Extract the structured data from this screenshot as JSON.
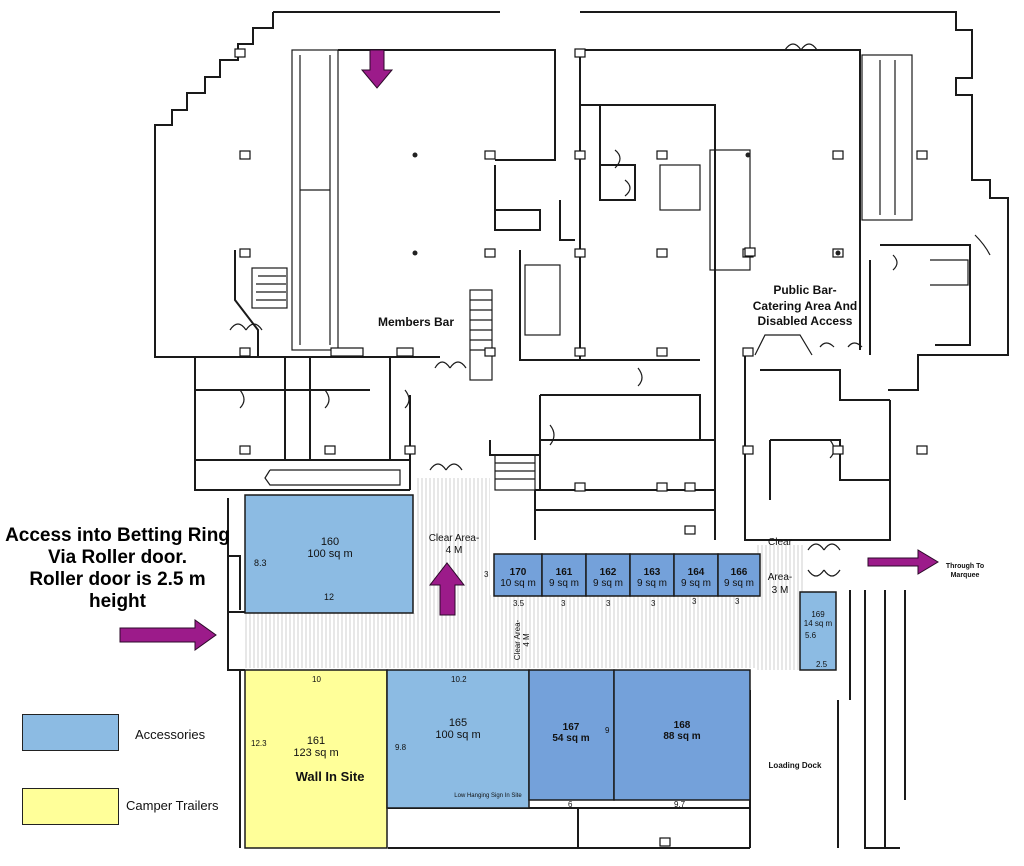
{
  "access_note": {
    "line1": "Access into Betting Ring",
    "line2": "Via Roller door.",
    "line3": "Roller door is 2.5 m height"
  },
  "rooms": {
    "members_bar": "Members Bar",
    "public_bar_1": "Public Bar-",
    "public_bar_2": "Catering Area And",
    "public_bar_3": "Disabled Access",
    "through_1": "Through To",
    "through_2": "Marquee",
    "loading_dock": "Loading Dock",
    "wall_in_site": "Wall In Site",
    "low_hanging": "Low Hanging Sign In Site"
  },
  "clear_areas": {
    "a1_l1": "Clear Area-",
    "a1_l2": "4 M",
    "a2_l1": "Clear Area-",
    "a2_l2": "4 M",
    "a3_l1": "Clear",
    "a3_l2": "Area-",
    "a3_l3": "3 M"
  },
  "sites": {
    "s160": {
      "num": "160",
      "area": "100 sq m",
      "dim_side": "8.3",
      "dim_bottom": "12"
    },
    "s170": {
      "num": "170",
      "area": "10 sq m",
      "dim_side": "3",
      "dim_bottom": "3.5"
    },
    "s161a": {
      "num": "161",
      "area": "9 sq m",
      "dim_bottom": "3"
    },
    "s162": {
      "num": "162",
      "area": "9 sq m",
      "dim_bottom": "3"
    },
    "s163": {
      "num": "163",
      "area": "9 sq m",
      "dim_bottom": "3"
    },
    "s164": {
      "num": "164",
      "area": "9 sq m",
      "dim_bottom": "3"
    },
    "s166": {
      "num": "166",
      "area": "9 sq m",
      "dim_bottom": "3"
    },
    "s169": {
      "num": "169",
      "area": "14 sq m",
      "dim_side": "5.6",
      "dim_bottom": "2.5"
    },
    "s161b": {
      "num": "161",
      "area": "123 sq m",
      "dim_top": "10",
      "dim_side": "12.3"
    },
    "s165": {
      "num": "165",
      "area": "100 sq m",
      "dim_top": "10.2",
      "dim_side": "9.8"
    },
    "s167": {
      "num": "167",
      "area": "54 sq m",
      "dim_side": "9",
      "dim_bottom": "6"
    },
    "s168": {
      "num": "168",
      "area": "88 sq m",
      "dim_bottom": "9.7"
    }
  },
  "legend": {
    "accessories": {
      "label": "Accessories",
      "color": "#8cbbe3"
    },
    "campers": {
      "label": "Camper Trailers",
      "color": "#ffff99"
    }
  },
  "colors": {
    "arrow": "#9c1b8a",
    "site_mid": "#74a1da"
  }
}
